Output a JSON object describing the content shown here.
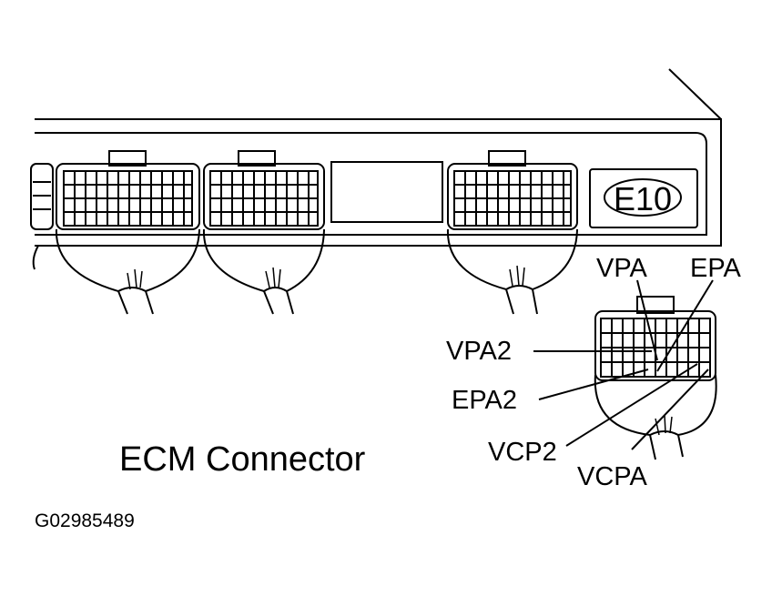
{
  "diagram": {
    "caption": "ECM Connector",
    "figure_id": "G02985489",
    "connector_id": "E10",
    "pins": {
      "vpa": "VPA",
      "epa": "EPA",
      "vpa2": "VPA2",
      "epa2": "EPA2",
      "vcp2": "VCP2",
      "vcpa": "VCPA"
    },
    "line_color": "#000000",
    "background": "#ffffff"
  }
}
